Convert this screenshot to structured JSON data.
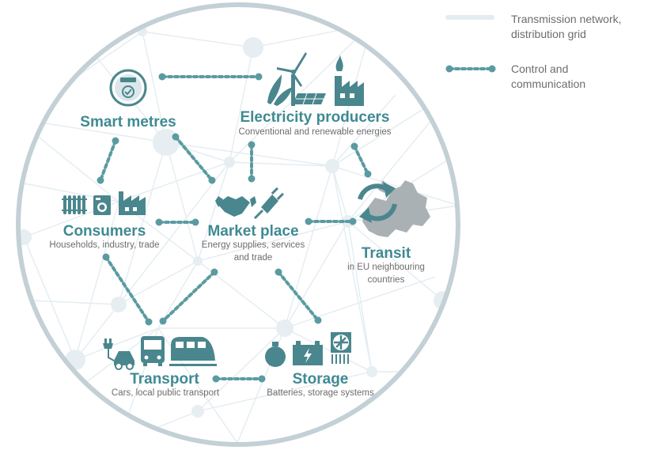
{
  "colors": {
    "accent": "#3f8a92",
    "dots": "#5a9ba1",
    "icon_dark": "#4a868d",
    "icon_light": "#a9b1b5",
    "network": "#e3ecf1",
    "circle_ring": "#c3d0d6",
    "subtext": "#6d6d6d"
  },
  "legend": {
    "network_label": "Transmission network,\ndistribution grid",
    "control_label": "Control and\ncommunication"
  },
  "nodes": {
    "smart_metres": {
      "title": "Smart metres",
      "icons": [
        "smart-meter-icon"
      ]
    },
    "electricity_producers": {
      "title": "Electricity producers",
      "subtitle": "Conventional and renewable energies",
      "icons": [
        "wind-turbine-icon",
        "solar-panel-icon",
        "biomass-icon",
        "power-plant-icon"
      ]
    },
    "consumers": {
      "title": "Consumers",
      "subtitle": "Households, industry, trade",
      "icons": [
        "radiator-icon",
        "washing-machine-icon",
        "factory-icon"
      ]
    },
    "market_place": {
      "title": "Market place",
      "subtitle_line1": "Energy supplies, services",
      "subtitle_line2": "and trade",
      "icons": [
        "handshake-icon",
        "plug-icon"
      ]
    },
    "transit": {
      "title": "Transit",
      "subtitle_line1": "in EU neighbouring",
      "subtitle_line2": "countries",
      "icons": [
        "cycle-arrows-icon",
        "europe-map-icon"
      ]
    },
    "transport": {
      "title": "Transport",
      "subtitle": "Cars, local public transport",
      "icons": [
        "electric-car-icon",
        "bus-icon",
        "train-icon"
      ]
    },
    "storage": {
      "title": "Storage",
      "subtitle": "Batteries, storage systems",
      "icons": [
        "gas-tank-icon",
        "battery-icon",
        "fan-storage-icon"
      ]
    }
  },
  "connections": [
    "smart_metres-electricity_producers",
    "smart_metres-consumers",
    "smart_metres-market_place",
    "electricity_producers-market_place",
    "electricity_producers-transit",
    "consumers-market_place",
    "market_place-transit",
    "consumers-transport",
    "market_place-transport",
    "market_place-storage",
    "transport-storage"
  ]
}
